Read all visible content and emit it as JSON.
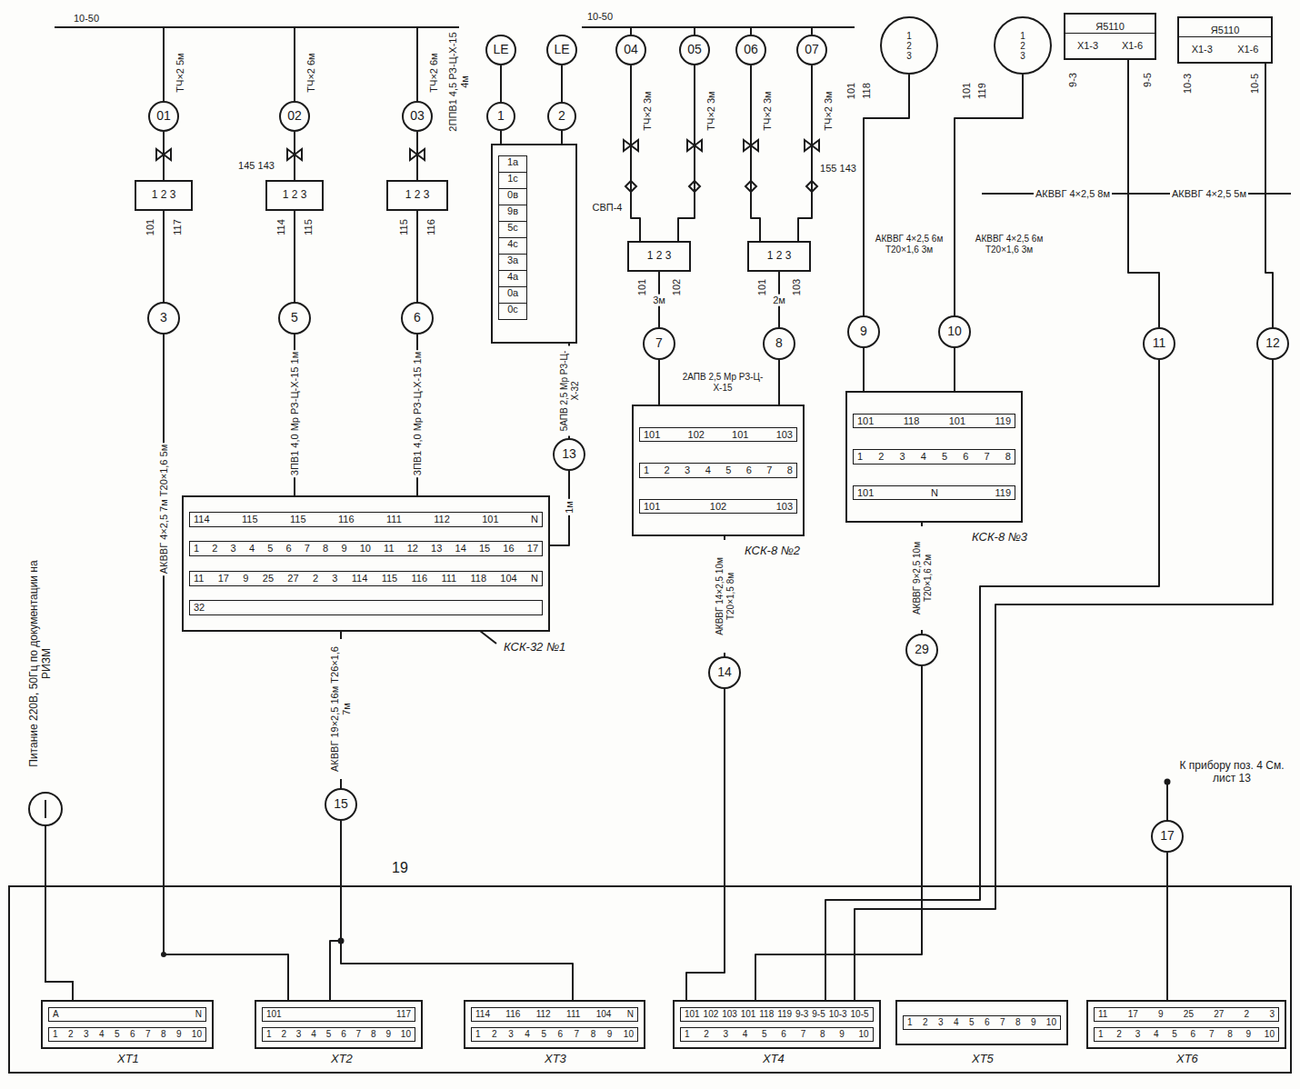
{
  "diagram": {
    "nodes": [
      {
        "text": [
          "01"
        ]
      },
      {
        "text": [
          "02"
        ]
      },
      {
        "text": [
          "03"
        ]
      },
      {
        "text": [
          "LE"
        ]
      },
      {
        "text": [
          "LE"
        ]
      },
      {
        "text": [
          "04"
        ]
      },
      {
        "text": [
          "05"
        ]
      },
      {
        "text": [
          "06"
        ]
      },
      {
        "text": [
          "07"
        ]
      },
      {
        "text": [
          "1",
          "2",
          "3"
        ]
      },
      {
        "text": [
          "1",
          "2",
          "3"
        ]
      },
      {
        "text": [
          "Я5110",
          "Х1-3",
          "Х1-6"
        ]
      },
      {
        "text": [
          "Я5110",
          "Х1-3",
          "Х1-6"
        ]
      },
      {
        "text": [
          "1"
        ]
      },
      {
        "text": [
          "2"
        ]
      },
      {
        "text": [
          "1а",
          "1с",
          "0в",
          "9в",
          "5с",
          "4с",
          "3а",
          "4а",
          "0а",
          "0с"
        ]
      },
      {
        "text": [
          "1 2 3"
        ]
      },
      {
        "text": [
          "1 2 3"
        ]
      },
      {
        "text": [
          "1 2 3"
        ]
      },
      {
        "text": [
          "1 2 3"
        ]
      },
      {
        "text": [
          "1 2 3"
        ]
      },
      {
        "text": [
          "3"
        ]
      },
      {
        "text": [
          "5"
        ]
      },
      {
        "text": [
          "6"
        ]
      },
      {
        "text": [
          "7"
        ]
      },
      {
        "text": [
          "8"
        ]
      },
      {
        "text": [
          "9"
        ]
      },
      {
        "text": [
          "10"
        ]
      },
      {
        "text": [
          "11"
        ]
      },
      {
        "text": [
          "12"
        ]
      },
      {
        "text": [
          "13"
        ]
      },
      {
        "text": [
          "КСК-32 №1",
          "114 115 115 116 111 112 101 N",
          "1 2 3 4 5 6 7 8 9 10 11 12 13 14 15 16 17",
          "11 17 9 25 27 2 3 114 115 116 111 118 104 N",
          "32"
        ]
      },
      {
        "text": [
          "КСК-8 №2",
          "101 102 101 103",
          "1 2 3 4 5 6 7 8",
          "101 102 103"
        ]
      },
      {
        "text": [
          "КСК-8 №3",
          "101 118 101 119",
          "1 2 3 4 5 6 7 8",
          "101 N 119"
        ]
      },
      {
        "text": [
          "14"
        ]
      },
      {
        "text": [
          "29"
        ]
      },
      {
        "text": [
          "15"
        ]
      },
      {
        "text": [
          "17"
        ]
      },
      {
        "text": [
          "А N",
          "1 2 3 4 5 6 7 8 9 10",
          "XT1"
        ]
      },
      {
        "text": [
          "101 117",
          "1 2 3 4 5 6 7 8 9 10",
          "XT2"
        ]
      },
      {
        "text": [
          "114 116 112 111 104 N",
          "1 2 3 4 5 6 7 8 9 10",
          "XT3"
        ]
      },
      {
        "text": [
          "101 102 103 101 118 119 9-3 9-5 10-3 10-5",
          "1 2 3 4 5 6 7 8 9 10",
          "XT4"
        ]
      },
      {
        "text": [
          "1 2 3 4 5 6 7 8 9 10",
          "XT5"
        ]
      },
      {
        "text": [
          "11 17 9 25 27 2 3",
          "1 2 3 4 5 6 7 8 9 10",
          "XT6"
        ]
      }
    ],
    "edges": [
      {
        "from": 0,
        "to": 16,
        "arrow": "none"
      },
      {
        "from": 1,
        "to": 17,
        "arrow": "none"
      },
      {
        "from": 2,
        "to": 18,
        "arrow": "none"
      },
      {
        "from": 3,
        "to": 13,
        "arrow": "none"
      },
      {
        "from": 4,
        "to": 14,
        "arrow": "none"
      },
      {
        "from": 5,
        "to": 19,
        "arrow": "none"
      },
      {
        "from": 6,
        "to": 19,
        "arrow": "none"
      },
      {
        "from": 7,
        "to": 20,
        "arrow": "none"
      },
      {
        "from": 8,
        "to": 20,
        "arrow": "none"
      },
      {
        "from": 13,
        "to": 15,
        "arrow": "none"
      },
      {
        "from": 14,
        "to": 15,
        "arrow": "none"
      },
      {
        "from": 16,
        "to": 21,
        "arrow": "none"
      },
      {
        "from": 17,
        "to": 22,
        "arrow": "none"
      },
      {
        "from": 18,
        "to": 23,
        "arrow": "none"
      },
      {
        "from": 19,
        "to": 24,
        "label": "3м",
        "arrow": "none"
      },
      {
        "from": 20,
        "to": 25,
        "label": "2м",
        "arrow": "none"
      },
      {
        "from": 9,
        "to": 26,
        "arrow": "none"
      },
      {
        "from": 10,
        "to": 27,
        "arrow": "none"
      },
      {
        "from": 11,
        "to": 28,
        "arrow": "none"
      },
      {
        "from": 12,
        "to": 29,
        "arrow": "none"
      },
      {
        "from": 22,
        "to": 31,
        "label": "3ПВ1 4,0 Мр РЗ-Ц-Х-15 1м",
        "arrow": "none"
      },
      {
        "from": 23,
        "to": 31,
        "label": "3ПВ1 4,0 Мр РЗ-Ц-Х-15 1м",
        "arrow": "none"
      },
      {
        "from": 15,
        "to": 30,
        "label": "5АПВ 2,5 Мр РЗ-Ц-Х-32",
        "arrow": "none"
      },
      {
        "from": 30,
        "to": 31,
        "label": "1м",
        "arrow": "none"
      },
      {
        "from": 24,
        "to": 32,
        "arrow": "none"
      },
      {
        "from": 25,
        "to": 32,
        "label": "2АПВ 2,5 Мр РЗ-Ц-Х-15",
        "arrow": "none"
      },
      {
        "from": 26,
        "to": 33,
        "arrow": "none"
      },
      {
        "from": 27,
        "to": 33,
        "arrow": "none"
      },
      {
        "from": 31,
        "to": 36,
        "label": "АКВВГ 19×2,5 16м Т26×1,6 7м",
        "arrow": "none"
      },
      {
        "from": 32,
        "to": 34,
        "label": "АКВВГ 14×2,5 10м Т20×1,5 8м",
        "arrow": "none"
      },
      {
        "from": 33,
        "to": 35,
        "label": "АКВВГ 9×2,5 10м Т20×1,6 2м",
        "arrow": "none"
      },
      {
        "from": 36,
        "to": 40,
        "arrow": "none"
      },
      {
        "from": 36,
        "to": 39,
        "arrow": "none"
      },
      {
        "from": 34,
        "to": 41,
        "arrow": "none"
      },
      {
        "from": 35,
        "to": 41,
        "arrow": "none"
      },
      {
        "from": 28,
        "to": 41,
        "arrow": "none"
      },
      {
        "from": 29,
        "to": 41,
        "arrow": "none"
      },
      {
        "from": 21,
        "to": 39,
        "label": "АКВВГ 4×2,5 7м Т20×1,6 5м",
        "arrow": "none"
      },
      {
        "from": 37,
        "to": 43,
        "arrow": "none"
      }
    ],
    "labels": [
      "10-50",
      "10-50",
      "ТЧ×2 5м",
      "ТЧ×2 6м",
      "ТЧ×2 6м",
      "2ППВ1 4,5 РЗ-Ц-Х-15 4м",
      "145 143",
      "101",
      "117",
      "114",
      "115",
      "115",
      "116",
      "ТЧ×2 3м",
      "ТЧ×2 3м",
      "ТЧ×2 3м",
      "ТЧ×2 3м",
      "СВП-4",
      "155 143",
      "101",
      "102",
      "101",
      "103",
      "101",
      "118",
      "101",
      "119",
      "АКВВГ 4×2,5 6м Т20×1,6 3м",
      "АКВВГ 4×2,5 6м Т20×1,6 3м",
      "АКВВГ 4×2,5 8м",
      "АКВВГ 4×2,5 5м",
      "9-3",
      "9-5",
      "10-3",
      "10-5",
      "Питание 220В, 50Гц по документации на РИЗМ",
      "К прибору поз. 4 См. лист 13",
      "19"
    ]
  }
}
